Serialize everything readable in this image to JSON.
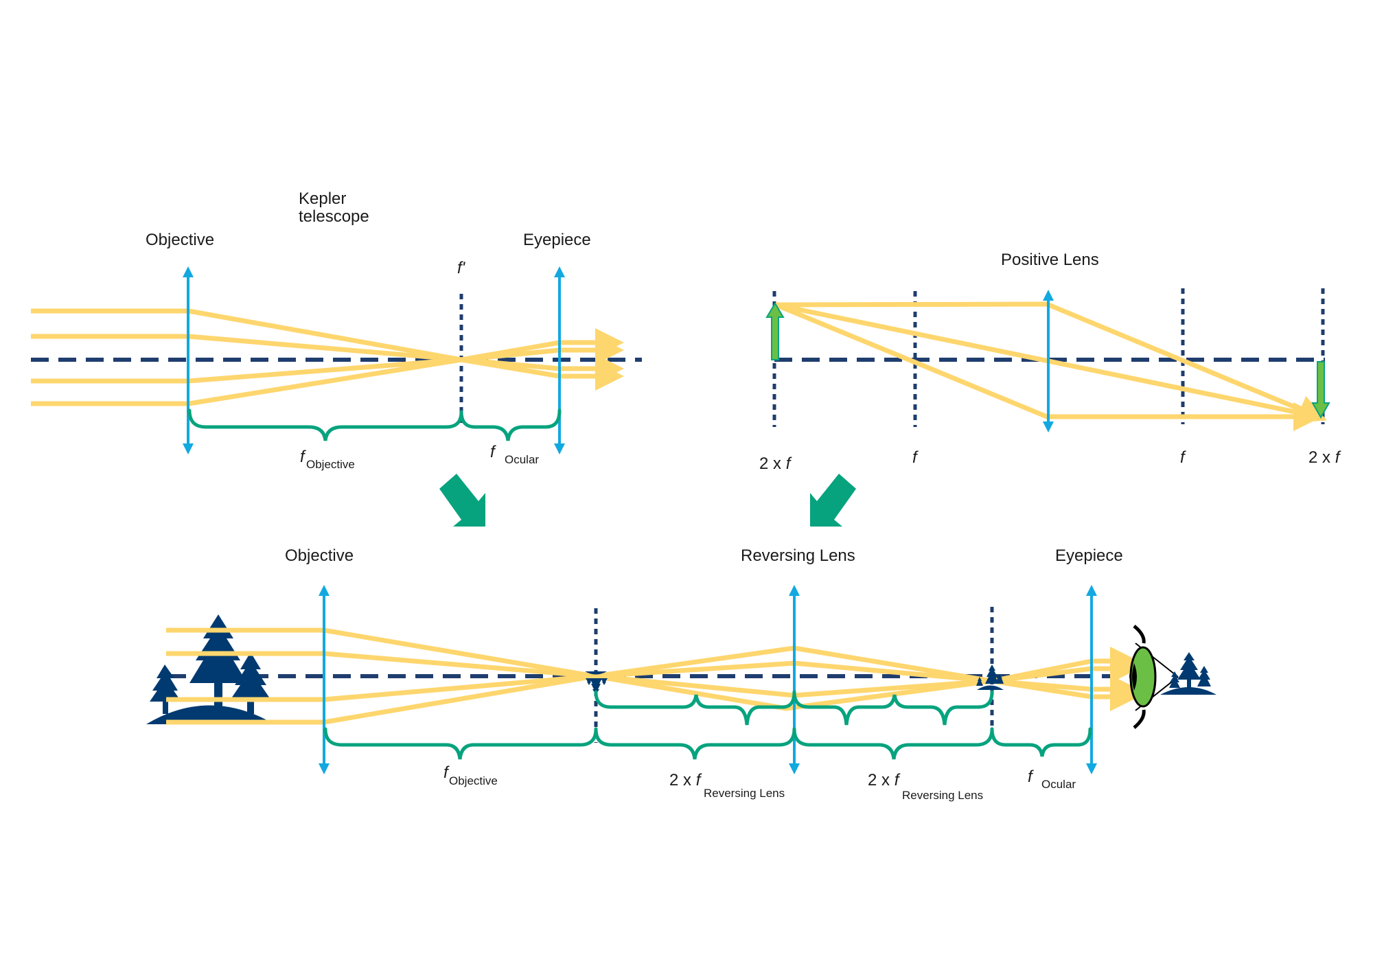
{
  "colors": {
    "ray": "#fed66e",
    "axis": "#1f3d6e",
    "lens": "#12a8e0",
    "brace": "#07a37e",
    "object_arrow": "#6cbf45",
    "tree": "#003a70",
    "eye_iris": "#6cbf45"
  },
  "kepler": {
    "title_line1": "Kepler",
    "title_line2": "telescope",
    "objective_label": "Objective",
    "eyepiece_label": "Eyepiece",
    "focal_label": "f'",
    "f_objective": {
      "f": "f",
      "sub": "Objective"
    },
    "f_ocular": {
      "f": "f",
      "sub": "Ocular"
    }
  },
  "positive_lens": {
    "title": "Positive Lens",
    "marks": [
      {
        "prefix": "2 x ",
        "f": "f"
      },
      {
        "prefix": "",
        "f": "f"
      },
      {
        "prefix": "",
        "f": "f"
      },
      {
        "prefix": "2 x ",
        "f": "f"
      }
    ]
  },
  "terrestrial": {
    "objective_label": "Objective",
    "reversing_label": "Reversing Lens",
    "eyepiece_label": "Eyepiece",
    "f_objective": {
      "f": "f",
      "sub": "Objective"
    },
    "rev1": {
      "prefix": "2 x ",
      "f": "f",
      "sub": "Reversing Lens"
    },
    "rev2": {
      "prefix": "2 x ",
      "f": "f",
      "sub": "Reversing Lens"
    },
    "f_ocular": {
      "f": "f",
      "sub": "Ocular"
    }
  }
}
